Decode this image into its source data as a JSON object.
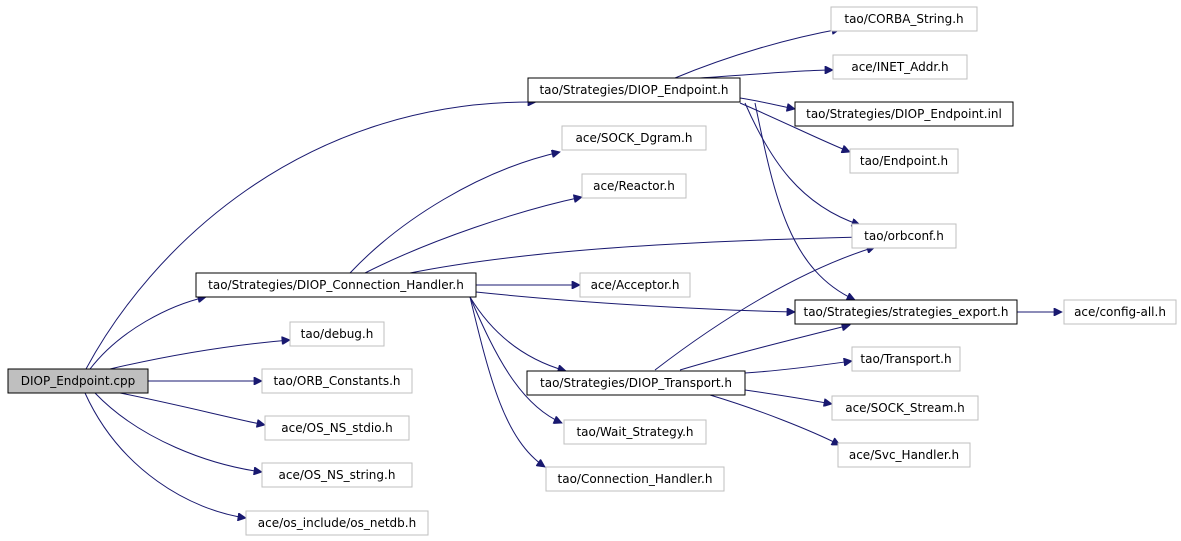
{
  "graph": {
    "nodes": [
      {
        "id": "diop_endpoint_cpp",
        "label": "DIOP_Endpoint.cpp",
        "style": "root"
      },
      {
        "id": "diop_endpoint_h",
        "label": "tao/Strategies/DIOP_Endpoint.h",
        "style": "strong"
      },
      {
        "id": "diop_connection_handler_h",
        "label": "tao/Strategies/DIOP_Connection_Handler.h",
        "style": "strong"
      },
      {
        "id": "debug_h",
        "label": "tao/debug.h",
        "style": "plain"
      },
      {
        "id": "orb_constants_h",
        "label": "tao/ORB_Constants.h",
        "style": "plain"
      },
      {
        "id": "os_ns_stdio_h",
        "label": "ace/OS_NS_stdio.h",
        "style": "plain"
      },
      {
        "id": "os_ns_string_h",
        "label": "ace/OS_NS_string.h",
        "style": "plain"
      },
      {
        "id": "os_netdb_h",
        "label": "ace/os_include/os_netdb.h",
        "style": "plain"
      },
      {
        "id": "corba_string_h",
        "label": "tao/CORBA_String.h",
        "style": "plain"
      },
      {
        "id": "inet_addr_h",
        "label": "ace/INET_Addr.h",
        "style": "plain"
      },
      {
        "id": "diop_endpoint_inl",
        "label": "tao/Strategies/DIOP_Endpoint.inl",
        "style": "strong"
      },
      {
        "id": "endpoint_h",
        "label": "tao/Endpoint.h",
        "style": "plain"
      },
      {
        "id": "orbconf_h",
        "label": "tao/orbconf.h",
        "style": "plain"
      },
      {
        "id": "strategies_export_h",
        "label": "tao/Strategies/strategies_export.h",
        "style": "strong"
      },
      {
        "id": "config_all_h",
        "label": "ace/config-all.h",
        "style": "plain"
      },
      {
        "id": "sock_dgram_h",
        "label": "ace/SOCK_Dgram.h",
        "style": "plain"
      },
      {
        "id": "reactor_h",
        "label": "ace/Reactor.h",
        "style": "plain"
      },
      {
        "id": "acceptor_h",
        "label": "ace/Acceptor.h",
        "style": "plain"
      },
      {
        "id": "diop_transport_h",
        "label": "tao/Strategies/DIOP_Transport.h",
        "style": "strong"
      },
      {
        "id": "wait_strategy_h",
        "label": "tao/Wait_Strategy.h",
        "style": "plain"
      },
      {
        "id": "connection_handler_h",
        "label": "tao/Connection_Handler.h",
        "style": "plain"
      },
      {
        "id": "transport_h",
        "label": "tao/Transport.h",
        "style": "plain"
      },
      {
        "id": "sock_stream_h",
        "label": "ace/SOCK_Stream.h",
        "style": "plain"
      },
      {
        "id": "svc_handler_h",
        "label": "ace/Svc_Handler.h",
        "style": "plain"
      }
    ],
    "edges": [
      {
        "from": "diop_endpoint_cpp",
        "to": "diop_endpoint_h"
      },
      {
        "from": "diop_endpoint_cpp",
        "to": "diop_connection_handler_h"
      },
      {
        "from": "diop_endpoint_cpp",
        "to": "debug_h"
      },
      {
        "from": "diop_endpoint_cpp",
        "to": "orb_constants_h"
      },
      {
        "from": "diop_endpoint_cpp",
        "to": "os_ns_stdio_h"
      },
      {
        "from": "diop_endpoint_cpp",
        "to": "os_ns_string_h"
      },
      {
        "from": "diop_endpoint_cpp",
        "to": "os_netdb_h"
      },
      {
        "from": "diop_endpoint_h",
        "to": "corba_string_h"
      },
      {
        "from": "diop_endpoint_h",
        "to": "inet_addr_h"
      },
      {
        "from": "diop_endpoint_h",
        "to": "diop_endpoint_inl"
      },
      {
        "from": "diop_endpoint_h",
        "to": "endpoint_h"
      },
      {
        "from": "diop_endpoint_h",
        "to": "orbconf_h"
      },
      {
        "from": "diop_endpoint_h",
        "to": "strategies_export_h"
      },
      {
        "from": "diop_connection_handler_h",
        "to": "sock_dgram_h"
      },
      {
        "from": "diop_connection_handler_h",
        "to": "reactor_h"
      },
      {
        "from": "diop_connection_handler_h",
        "to": "orbconf_h"
      },
      {
        "from": "diop_connection_handler_h",
        "to": "acceptor_h"
      },
      {
        "from": "diop_connection_handler_h",
        "to": "strategies_export_h"
      },
      {
        "from": "diop_connection_handler_h",
        "to": "diop_transport_h"
      },
      {
        "from": "diop_connection_handler_h",
        "to": "wait_strategy_h"
      },
      {
        "from": "diop_connection_handler_h",
        "to": "connection_handler_h"
      },
      {
        "from": "strategies_export_h",
        "to": "config_all_h"
      },
      {
        "from": "diop_transport_h",
        "to": "orbconf_h"
      },
      {
        "from": "diop_transport_h",
        "to": "strategies_export_h"
      },
      {
        "from": "diop_transport_h",
        "to": "transport_h"
      },
      {
        "from": "diop_transport_h",
        "to": "sock_stream_h"
      },
      {
        "from": "diop_transport_h",
        "to": "svc_handler_h"
      }
    ]
  }
}
